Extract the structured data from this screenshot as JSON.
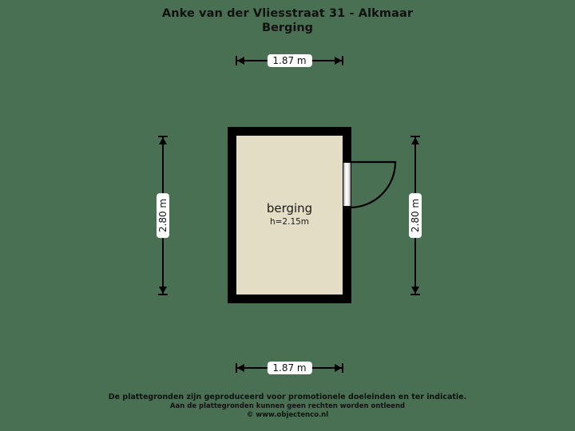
{
  "page": {
    "background_color": "#4a7054",
    "wall_color": "#000000",
    "floor_color": "#e3ddc6",
    "text_color": "#111111"
  },
  "title": {
    "line1": "Anke van der Vliesstraat 31 - Alkmaar",
    "line2": "Berging"
  },
  "room": {
    "name": "berging",
    "height_label": "h=2.15m"
  },
  "dimensions": {
    "top": "1.87 m",
    "bottom": "1.87 m",
    "left": "2.80 m",
    "right": "2.80 m"
  },
  "door": {
    "icon": "door-swing-icon"
  },
  "footer": {
    "line1": "De plattegronden zijn geproduceerd voor promotionele doeleinden en ter indicatie.",
    "line2": "Aan de plattegronden kunnen geen rechten worden ontleend",
    "line3": "© www.objectenco.nl"
  }
}
